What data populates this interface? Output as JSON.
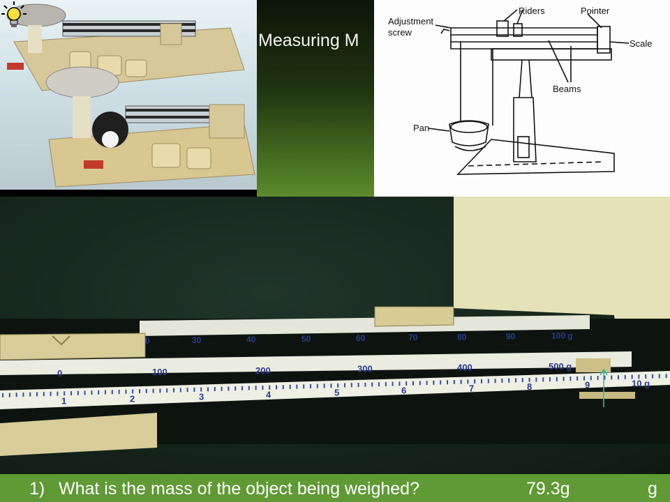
{
  "title": "Measuring M",
  "diagram": {
    "labels": {
      "adjustment_screw_1": "Adjustment",
      "adjustment_screw_2": "screw",
      "riders": "Riders",
      "pointer": "Pointer",
      "scale": "Scale",
      "beams": "Beams",
      "pan": "Pan"
    }
  },
  "beam_scales": {
    "top": [
      "0",
      "30",
      "40",
      "50",
      "60",
      "70",
      "80",
      "90",
      "100 g"
    ],
    "middle": [
      "0",
      "100",
      "200",
      "300",
      "400",
      "500 g"
    ],
    "bottom": [
      "1",
      "2",
      "3",
      "4",
      "5",
      "6",
      "7",
      "8",
      "9",
      "10 g"
    ]
  },
  "question": {
    "number": "1)",
    "text": "What is the mass of the object being weighed?",
    "answer": "79.3g",
    "unit": "g"
  },
  "colors": {
    "question_bar": "#5f9a35",
    "tick_label": "#2b3a8e",
    "pointer_line": "#2fbfa0"
  }
}
